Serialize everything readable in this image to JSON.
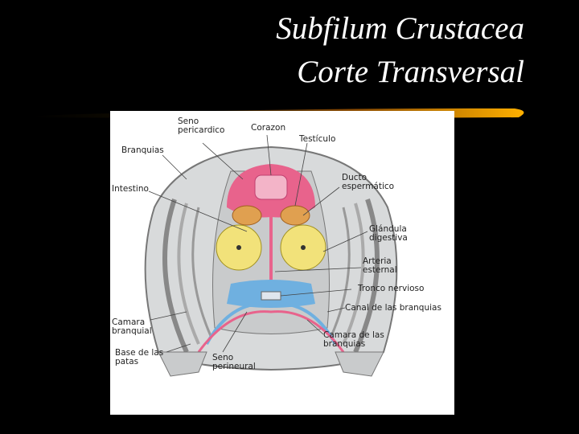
{
  "slide": {
    "title_line1": "Subfilum Crustacea",
    "title_line2": "Corte Transversal"
  },
  "diagram": {
    "labels": {
      "seno_pericardico": "Seno\npericardico",
      "corazon": "Corazon",
      "testiculo": "Testículo",
      "branquias": "Branquias",
      "intestino": "Intestino",
      "ducto_espermatico": "Ducto\nespermático",
      "glandula_digestiva": "Glándula\ndigestiva",
      "arteria_esternal": "Arteria\nesternal",
      "tronco_nervioso": "Tronco nervioso",
      "canal_branquias": "Canal de las branquias",
      "camara_branquial": "Camara\nbranquial",
      "camara_de_las_branquias": "Camara de las\nbranquias",
      "base_patas": "Base de las\npatas",
      "seno_perineural": "Seno\nperineural"
    },
    "colors": {
      "pericardial": "#e8638c",
      "blood_blue": "#6fb0e0",
      "gland_yellow": "#f2e27a",
      "testis_orange": "#e0a050",
      "body_gray": "#c9cbcc"
    }
  }
}
